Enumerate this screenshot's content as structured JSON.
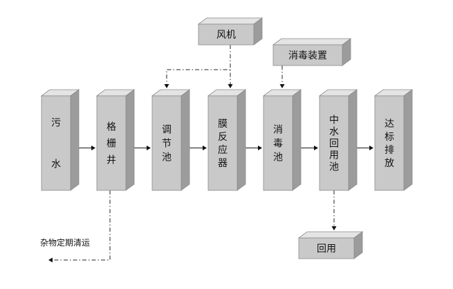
{
  "nodes": [
    {
      "id": "wastewater",
      "label": "污\n\n\n水"
    },
    {
      "id": "grille-well",
      "label": "格\n栅\n井"
    },
    {
      "id": "regulating-tank",
      "label": "调\n节\n池"
    },
    {
      "id": "membrane-reactor",
      "label": "膜\n反\n应\n器"
    },
    {
      "id": "disinfection-tank",
      "label": "消\n毒\n池"
    },
    {
      "id": "reclaimed-water-tank",
      "label": "中\n水\n回\n用\n池"
    },
    {
      "id": "compliant-discharge",
      "label": "达\n标\n排\n放"
    },
    {
      "id": "blower",
      "label": "风机"
    },
    {
      "id": "disinfection-device",
      "label": "消毒装置"
    },
    {
      "id": "reuse",
      "label": "回用"
    }
  ],
  "notes": {
    "debris_removal": "杂物定期清运"
  },
  "edges": [
    {
      "from": "wastewater",
      "to": "grille-well",
      "style": "solid"
    },
    {
      "from": "grille-well",
      "to": "regulating-tank",
      "style": "solid"
    },
    {
      "from": "regulating-tank",
      "to": "membrane-reactor",
      "style": "solid"
    },
    {
      "from": "membrane-reactor",
      "to": "disinfection-tank",
      "style": "solid"
    },
    {
      "from": "disinfection-tank",
      "to": "reclaimed-water-tank",
      "style": "solid"
    },
    {
      "from": "reclaimed-water-tank",
      "to": "compliant-discharge",
      "style": "solid"
    },
    {
      "from": "blower",
      "to": "regulating-tank",
      "style": "dash-dot"
    },
    {
      "from": "blower",
      "to": "membrane-reactor",
      "style": "dash-dot"
    },
    {
      "from": "disinfection-device",
      "to": "disinfection-tank",
      "style": "dash-dot"
    },
    {
      "from": "reclaimed-water-tank",
      "to": "reuse",
      "style": "dash-dot"
    },
    {
      "from": "grille-well",
      "to": "debris_removal",
      "style": "dash-dot"
    }
  ]
}
